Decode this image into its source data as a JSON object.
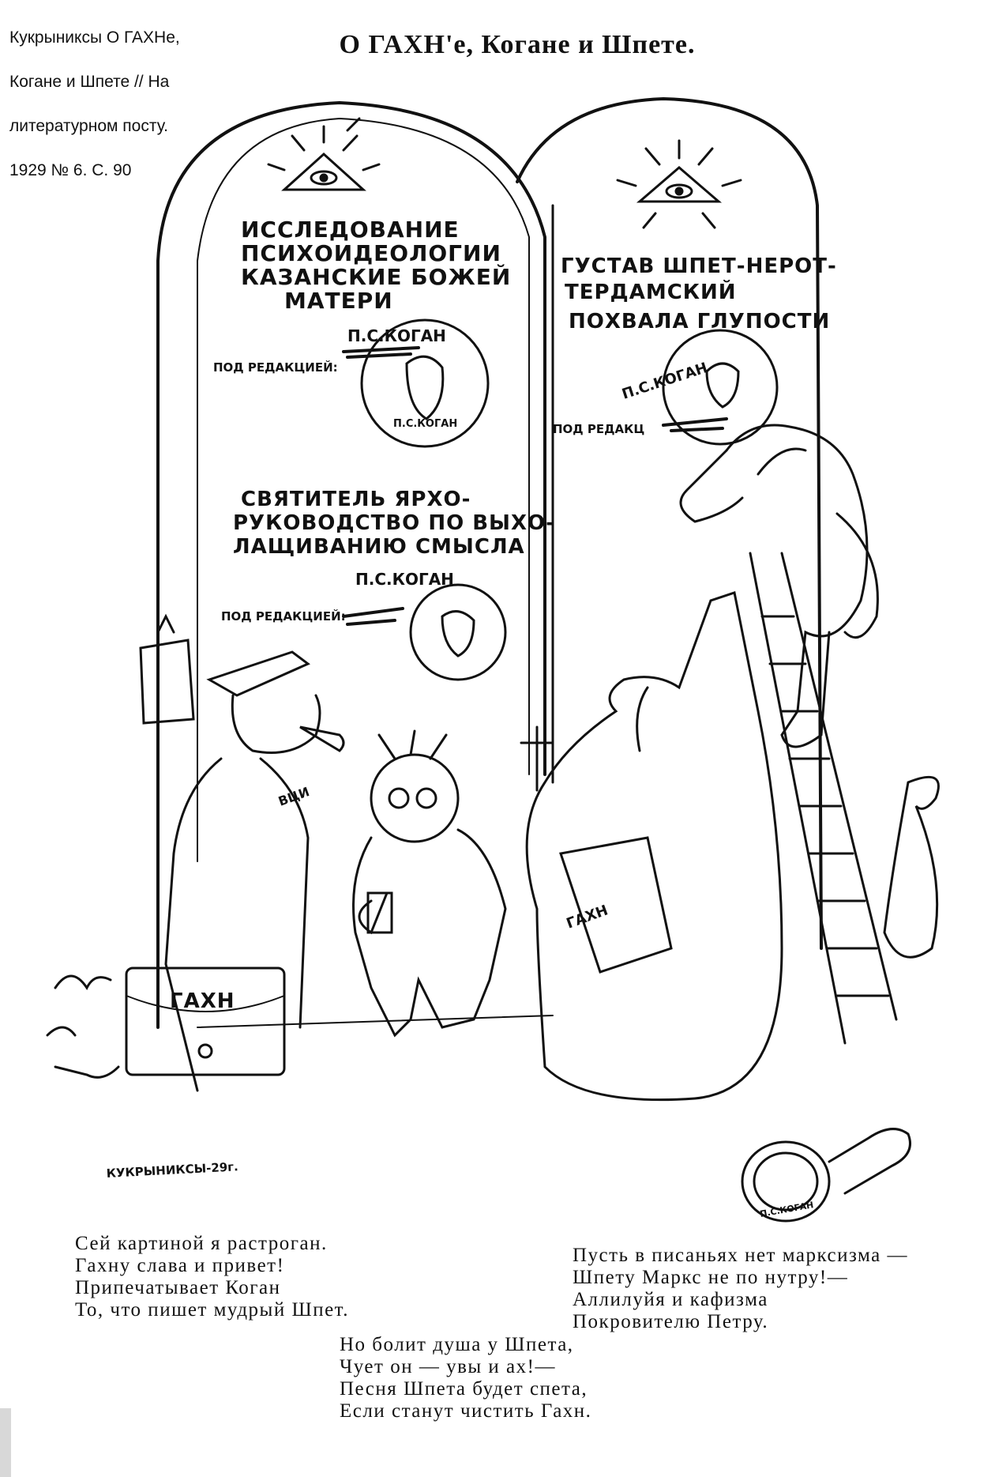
{
  "caption": {
    "lines": [
      "Кукрыниксы О ГАХНе,",
      "Когане и Шпете // На",
      "литературном посту.",
      "1929 № 6. С. 90"
    ]
  },
  "title": "О ГАХН'е, Когане и Шпете.",
  "tablet_left": {
    "text1": [
      "ИССЛЕДОВАНИЕ",
      "ПСИХОИДЕОЛОГИИ",
      "КАЗАНСКИЕ БОЖЕЙ",
      "МАТЕРИ"
    ],
    "editor_name1": "П.С.КОГАН",
    "editor_prefix1": "ПОД РЕДАКЦИЕЙ:",
    "seal1": "П.С.КОГАН",
    "text2": [
      "СВЯТИТЕЛЬ ЯРХО-",
      "РУКОВОДСТВО ПО ВЫХО-",
      "ЛАЩИВАНИЮ СМЫСЛА"
    ],
    "editor_name2": "П.С.КОГАН",
    "editor_prefix2": "ПОД РЕДАКЦИЕЙ:"
  },
  "tablet_right": {
    "text1": [
      "ГУСТАВ ШПЕТ-НЕРОТ-",
      "ТЕРДАМСКИЙ",
      "ПОХВАЛА ГЛУПОСТИ"
    ],
    "editor_name": "П.С.КОГАН",
    "editor_prefix": "ПОД РЕДАКЦ"
  },
  "figures": {
    "briefcase_label": "ГАХН",
    "priest_bag_label": "ГАХН",
    "badge_label": "ВЦИ",
    "signature": "КУКРЫНИКСЫ-29г.",
    "stamp_label": "П.С.КОГАН"
  },
  "verses": {
    "left": [
      "Сей картиной я растроган.",
      "Гахну слава и привет!",
      "Припечатывает Коган",
      "То, что пишет мудрый Шпет."
    ],
    "right": [
      "Пусть в писаньях нет марксизма —",
      "Шпету Маркс не по нутру!—",
      "Аллилуйя и кафизма",
      "Покровителю Петру."
    ],
    "bottom": [
      "Но болит душа у Шпета,",
      "Чует он — увы и ах!—",
      "Песня Шпета будет спета,",
      "Если станут чистить Гахн."
    ]
  }
}
